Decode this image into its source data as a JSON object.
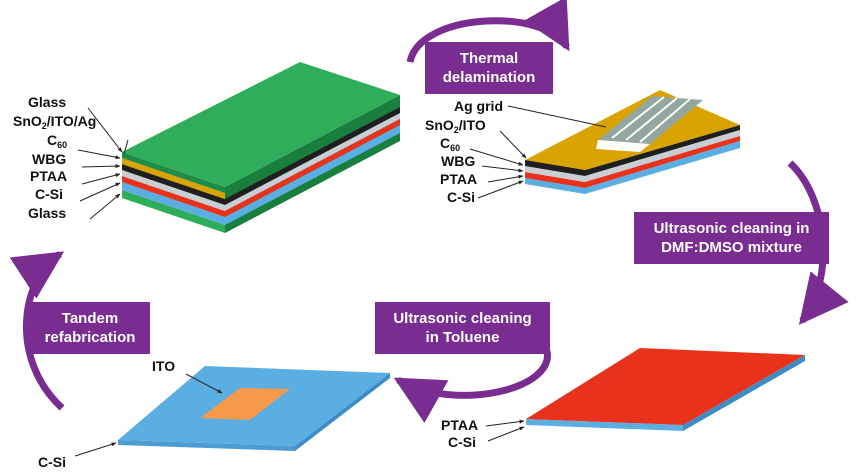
{
  "colors": {
    "glass": "#2ead5a",
    "black_layer": "#1f1f1f",
    "gray_layer": "#c8ced4",
    "red_layer": "#e8321c",
    "blue_layer": "#5aaee2",
    "gold_layer": "#d9a300",
    "ito_patch": "#f59a4b",
    "arrow_purple": "#7a2d91",
    "step_box": "#7a2d91"
  },
  "stack1": {
    "labels": [
      "Glass",
      "SnO2/ITO/Ag",
      "C60",
      "WBG",
      "PTAA",
      "C-Si",
      "Glass"
    ]
  },
  "stack2": {
    "labels": [
      "Ag grid",
      "SnO2/ITO",
      "C60",
      "WBG",
      "PTAA",
      "C-Si"
    ]
  },
  "stack3": {
    "labels": [
      "PTAA",
      "C-Si"
    ]
  },
  "stack4": {
    "labels": [
      "ITO",
      "C-Si"
    ]
  },
  "steps": {
    "thermal": [
      "Thermal",
      "delamination"
    ],
    "ultrasonic_dmf": [
      "Ultrasonic cleaning in",
      "DMF:DMSO mixture"
    ],
    "ultrasonic_toluene": [
      "Ultrasonic cleaning",
      "in Toluene"
    ],
    "tandem": [
      "Tandem",
      "refabrication"
    ]
  }
}
